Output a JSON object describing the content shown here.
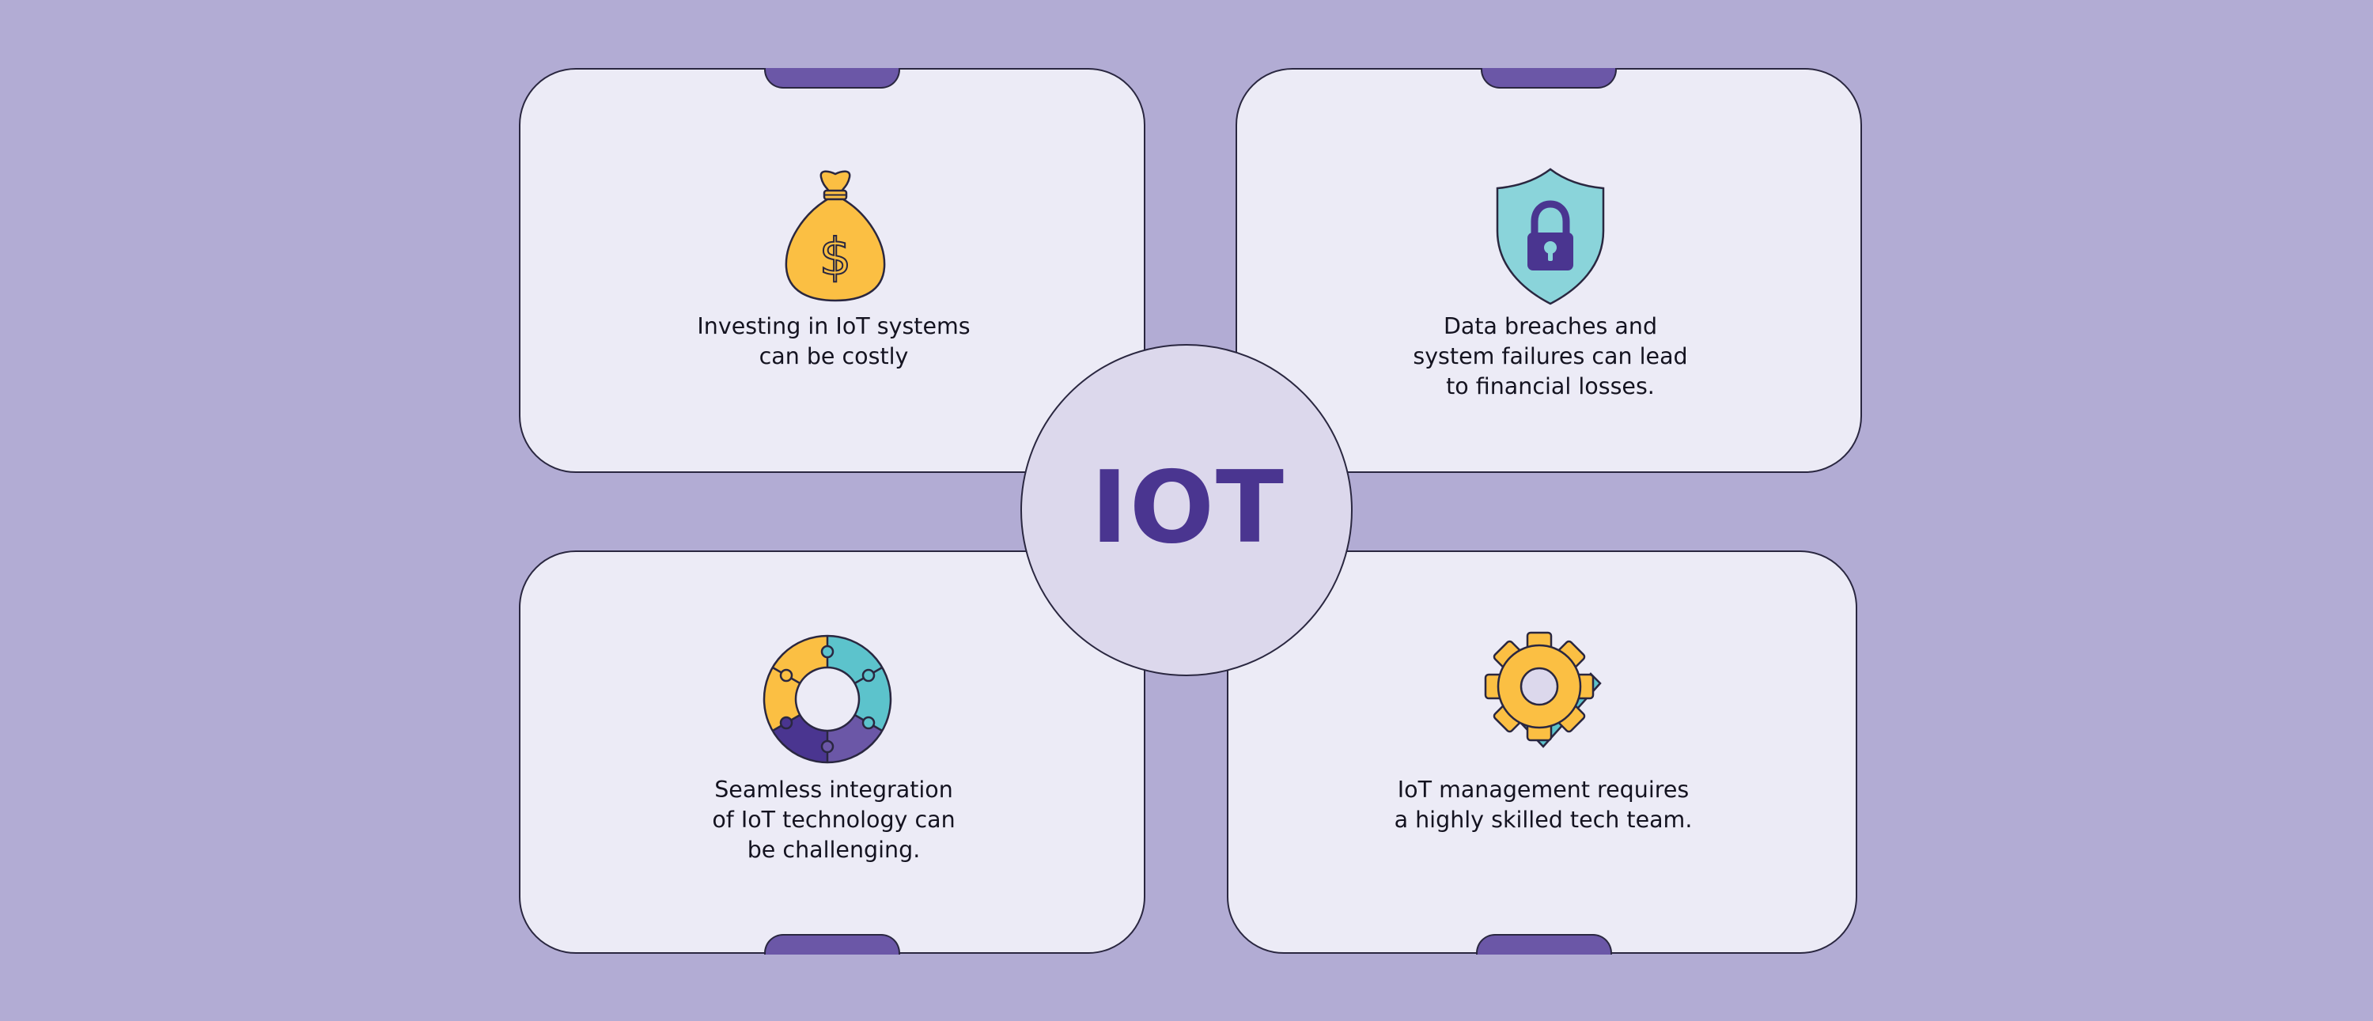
{
  "center": {
    "title": "IOT"
  },
  "colors": {
    "background": "#b2acd4",
    "card": "#ecebf6",
    "center_circle": "#dcd8ec",
    "accent_purple": "#4a3590",
    "tab_purple": "#6b57a7",
    "yellow": "#fbbf43",
    "teal": "#5cc3cc",
    "light_teal": "#8ad4da",
    "outline": "#2a2740"
  },
  "cards": [
    {
      "icon": "money-bag-icon",
      "text": "Investing in IoT systems\ncan be costly"
    },
    {
      "icon": "shield-lock-icon",
      "text": "Data breaches and\nsystem failures can lead\nto financial losses."
    },
    {
      "icon": "puzzle-ring-icon",
      "text": "Seamless integration\nof IoT technology can\nbe challenging."
    },
    {
      "icon": "gear-check-icon",
      "text": "IoT management requires\na highly skilled tech team."
    }
  ]
}
